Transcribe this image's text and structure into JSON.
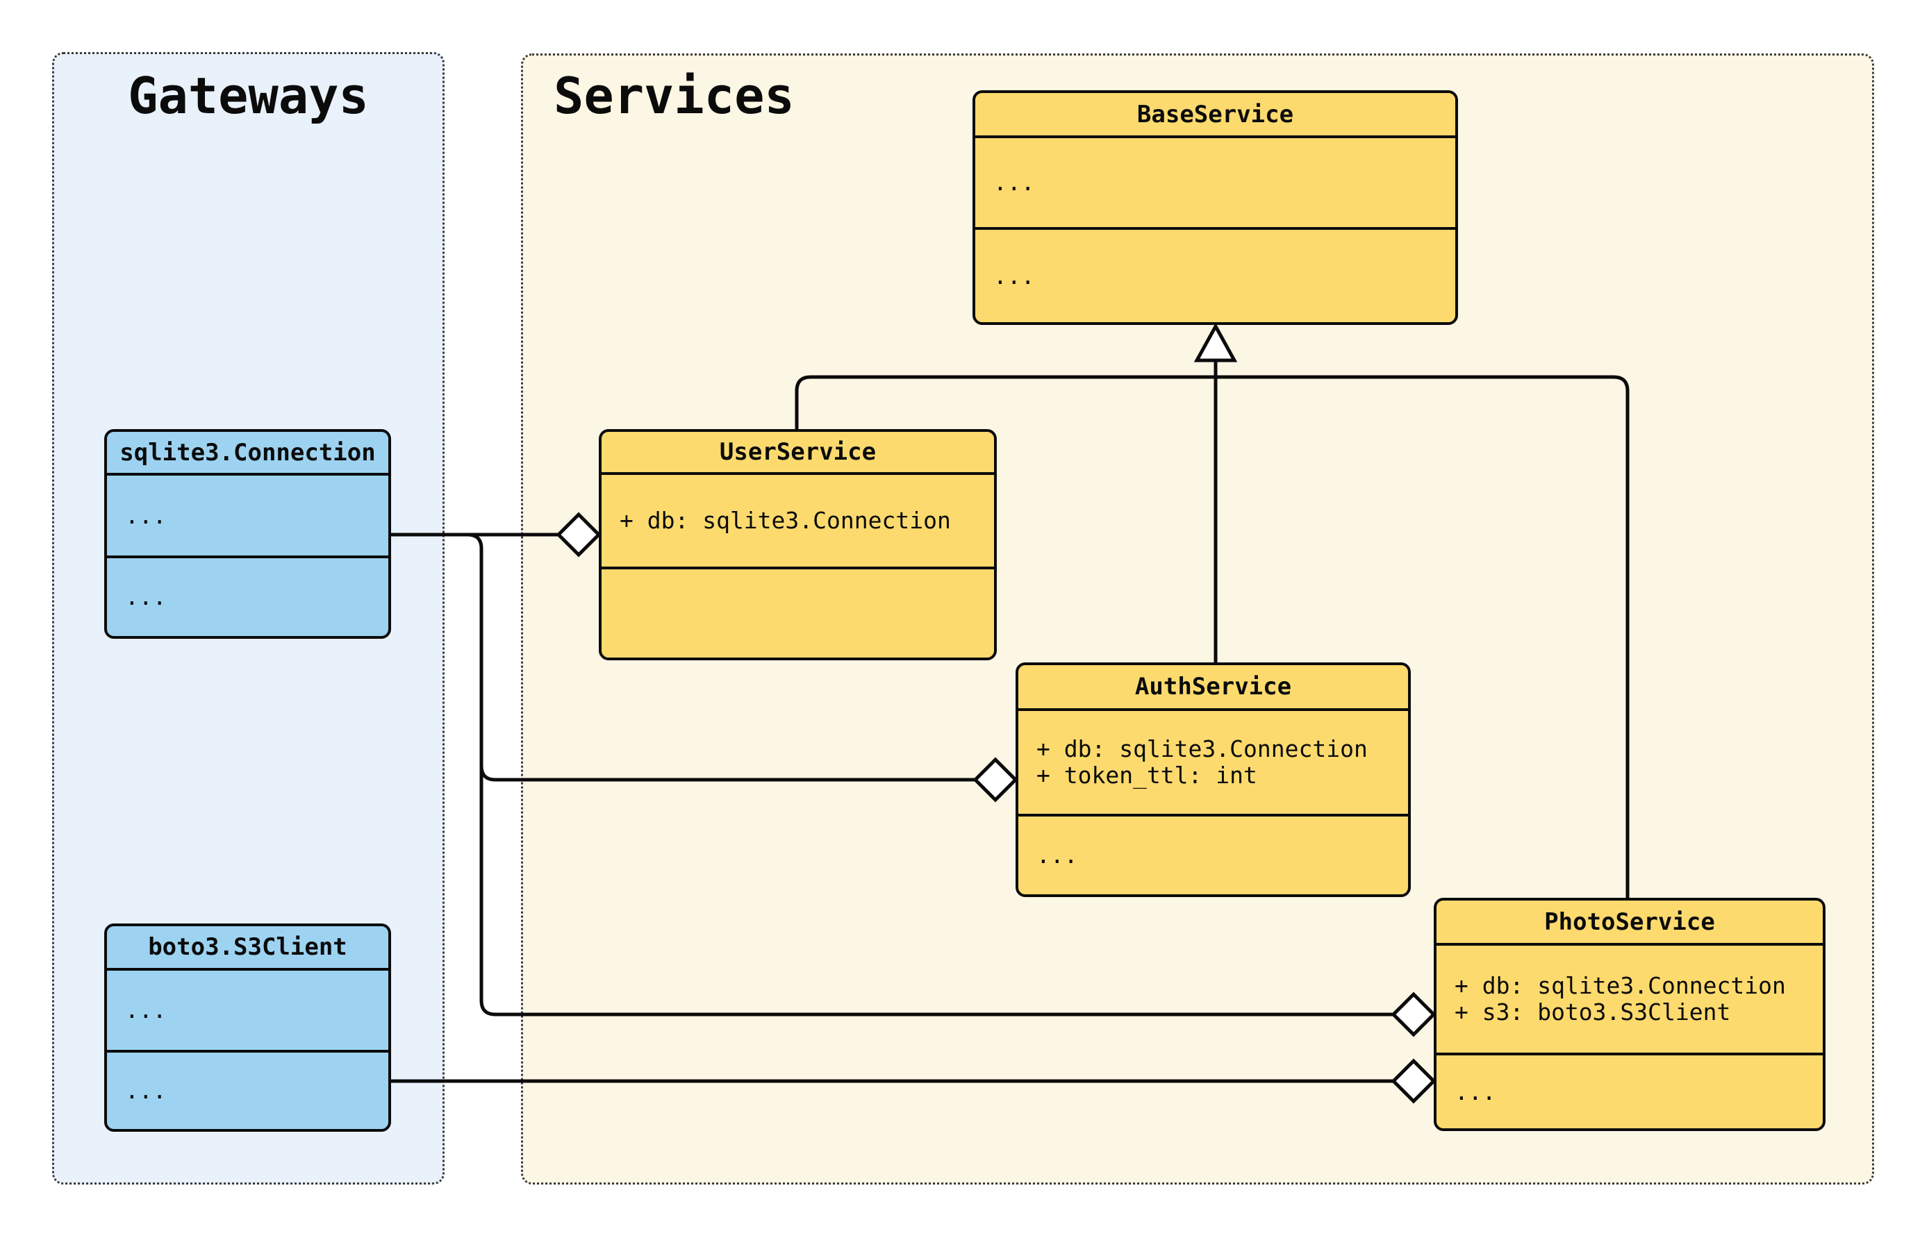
{
  "diagram": {
    "kind": "uml-class-diagram",
    "panels": {
      "gateways": {
        "title": "Gateways"
      },
      "services": {
        "title": "Services"
      }
    },
    "classes": {
      "base_service": {
        "name": "BaseService",
        "attributes": [
          "..."
        ],
        "methods": [
          "..."
        ]
      },
      "user_service": {
        "name": "UserService",
        "attributes": [
          "+ db: sqlite3.Connection"
        ],
        "methods": []
      },
      "auth_service": {
        "name": "AuthService",
        "attributes": [
          "+ db: sqlite3.Connection",
          "+ token_ttl: int"
        ],
        "methods": [
          "..."
        ]
      },
      "photo_service": {
        "name": "PhotoService",
        "attributes": [
          "+ db: sqlite3.Connection",
          "+ s3: boto3.S3Client"
        ],
        "methods": [
          "..."
        ]
      },
      "sqlite3_connection": {
        "name": "sqlite3.Connection",
        "attributes": [
          "..."
        ],
        "methods": [
          "..."
        ]
      },
      "boto3_s3client": {
        "name": "boto3.S3Client",
        "attributes": [
          "..."
        ],
        "methods": [
          "..."
        ]
      }
    },
    "relationships": [
      {
        "type": "inheritance",
        "from": "UserService",
        "to": "BaseService"
      },
      {
        "type": "inheritance",
        "from": "AuthService",
        "to": "BaseService"
      },
      {
        "type": "inheritance",
        "from": "PhotoService",
        "to": "BaseService"
      },
      {
        "type": "aggregation",
        "from": "UserService",
        "to": "sqlite3.Connection"
      },
      {
        "type": "aggregation",
        "from": "AuthService",
        "to": "sqlite3.Connection"
      },
      {
        "type": "aggregation",
        "from": "PhotoService",
        "to": "sqlite3.Connection"
      },
      {
        "type": "aggregation",
        "from": "PhotoService",
        "to": "boto3.S3Client"
      }
    ]
  },
  "colors": {
    "class_yellow": "#FCDA6E",
    "class_blue": "#9DD3F1",
    "panel_gateways": "#E9F1FB",
    "panel_services": "#FCF6E4",
    "line": "#0B0B0B"
  }
}
